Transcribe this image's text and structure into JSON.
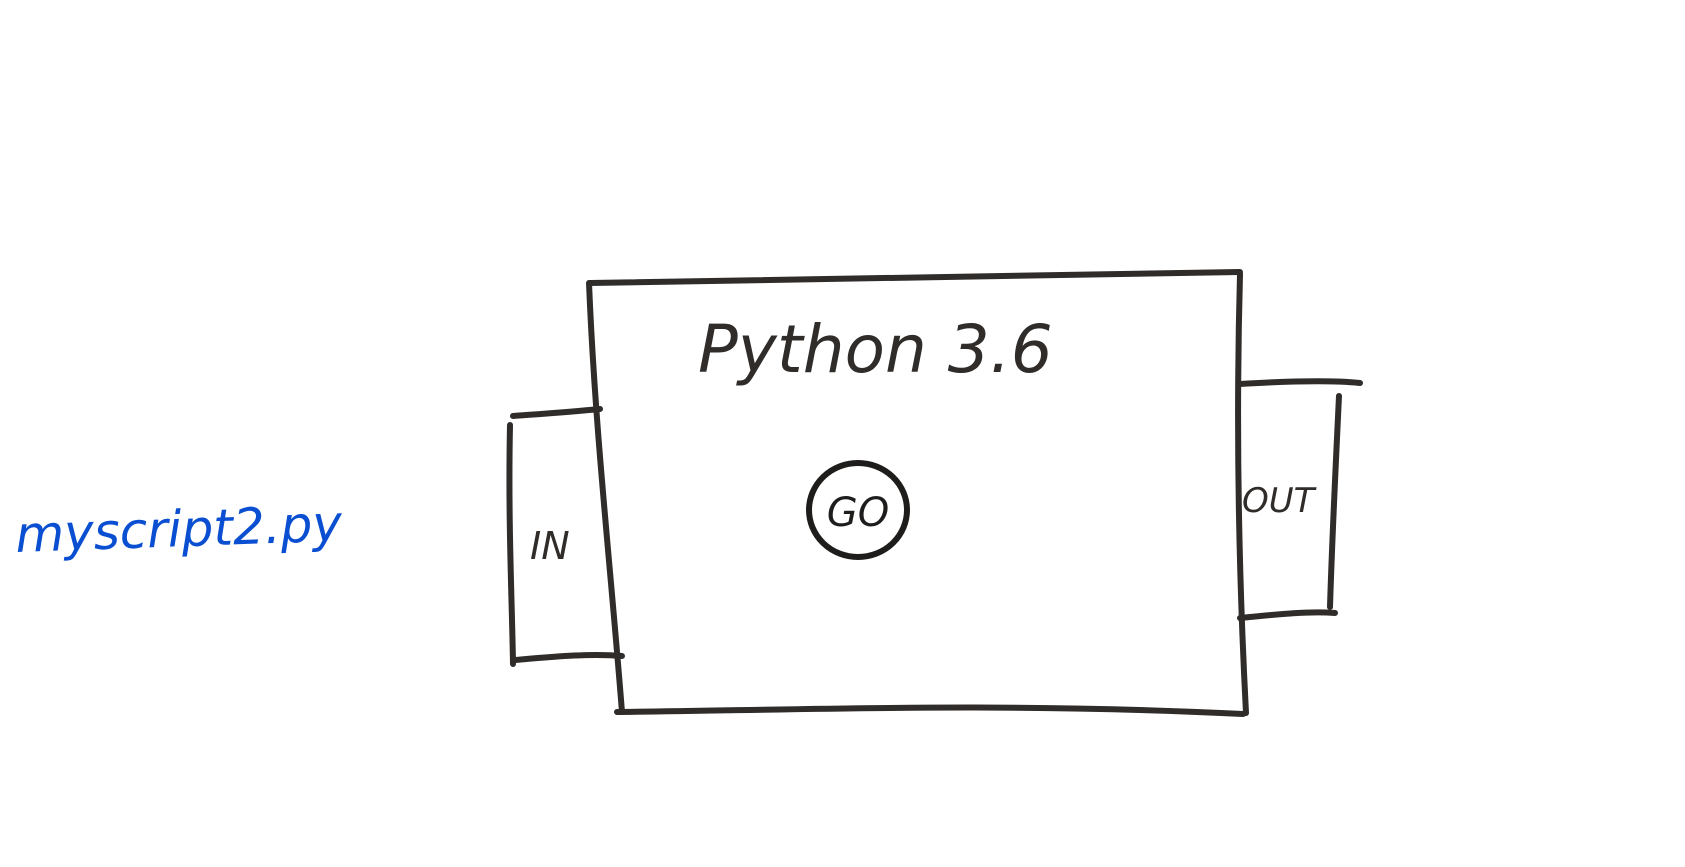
{
  "script_file": {
    "label": "myscript2.py",
    "color": "#0a4fd1"
  },
  "interpreter": {
    "title": "Python 3.6",
    "go_button_label": "GO"
  },
  "input_port": {
    "label": "IN"
  },
  "output_port": {
    "label": "OUT"
  },
  "colors": {
    "ink": "#2f2c2a",
    "background": "#ffffff"
  }
}
